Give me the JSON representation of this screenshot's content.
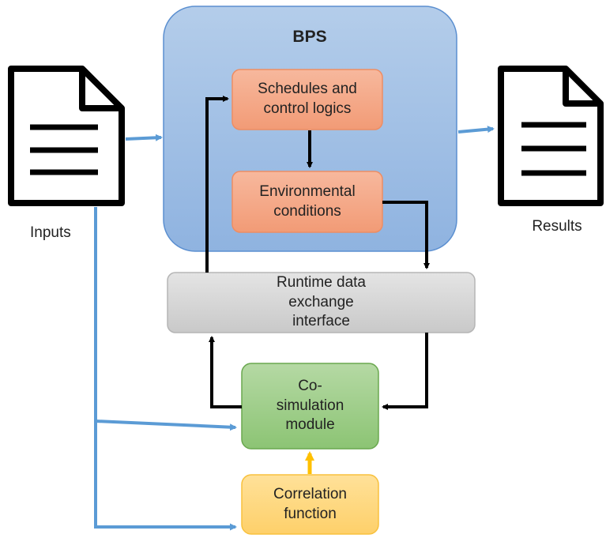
{
  "bps": {
    "title": "BPS"
  },
  "nodes": {
    "schedules": "Schedules and control logics",
    "environmental": "Environmental conditions",
    "runtime": "Runtime data exchange interface",
    "cosim": "Co-simulation module",
    "correlation": "Correlation function"
  },
  "labels": {
    "inputs": "Inputs",
    "results": "Results"
  },
  "icons": {
    "inputs_doc": "document-icon",
    "results_doc": "document-icon"
  },
  "colors": {
    "bps_fill": "#a9c4e6",
    "bps_stroke": "#5b8fd0",
    "orange_fill": "#f4a98a",
    "orange_stroke": "#e8895e",
    "gray_fill": "#d3d3d3",
    "gray_stroke": "#bdbdbd",
    "green_fill": "#9fcf8b",
    "green_stroke": "#6aa84f",
    "yellow_fill": "#fdd882",
    "yellow_stroke": "#f9c440",
    "blue_arrow": "#5b9bd5",
    "black_arrow": "#000000",
    "yellow_arrow": "#ffc000"
  }
}
